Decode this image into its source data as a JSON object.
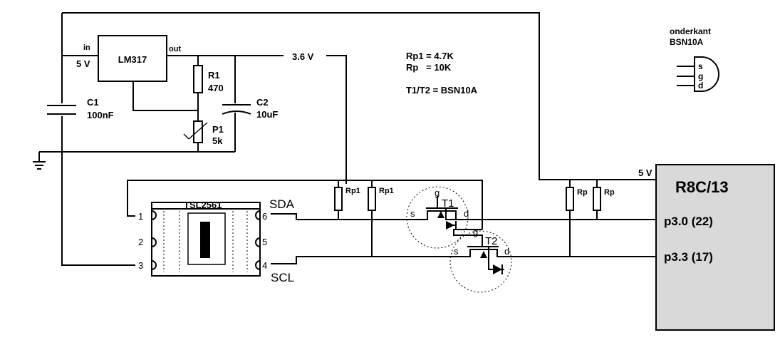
{
  "regulator": {
    "name": "LM317",
    "in_label": "in",
    "out_label": "out",
    "supply": "5 V"
  },
  "c1": {
    "name": "C1",
    "value": "100nF"
  },
  "c2": {
    "name": "C2",
    "value": "10uF"
  },
  "r1": {
    "name": "R1",
    "value": "470"
  },
  "p1": {
    "name": "P1",
    "value": "5k"
  },
  "rail_label": "3.6 V",
  "notes": [
    "Rp1 = 4.7K",
    "Rp   = 10K",
    "T1/T2 = BSN10A"
  ],
  "package": {
    "title_line1": "onderkant",
    "title_line2": "BSN10A",
    "pins": [
      "s",
      "g",
      "d"
    ]
  },
  "sensor": {
    "name": "TSL2561",
    "pin_numbers": [
      "1",
      "2",
      "3",
      "6",
      "5",
      "4"
    ]
  },
  "bus": {
    "sda": "SDA",
    "scl": "SCL"
  },
  "pullups": {
    "left": [
      "Rp1",
      "Rp1"
    ],
    "right": [
      "Rp",
      "Rp"
    ]
  },
  "transistors": [
    {
      "name": "T1",
      "pins": [
        "g",
        "s",
        "d"
      ]
    },
    {
      "name": "T2",
      "pins": [
        "g",
        "s",
        "d"
      ]
    }
  ],
  "mcu": {
    "name": "R8C/13",
    "supply": "5 V",
    "pin_a": "p3.0 (22)",
    "pin_b": "p3.3 (17)"
  }
}
